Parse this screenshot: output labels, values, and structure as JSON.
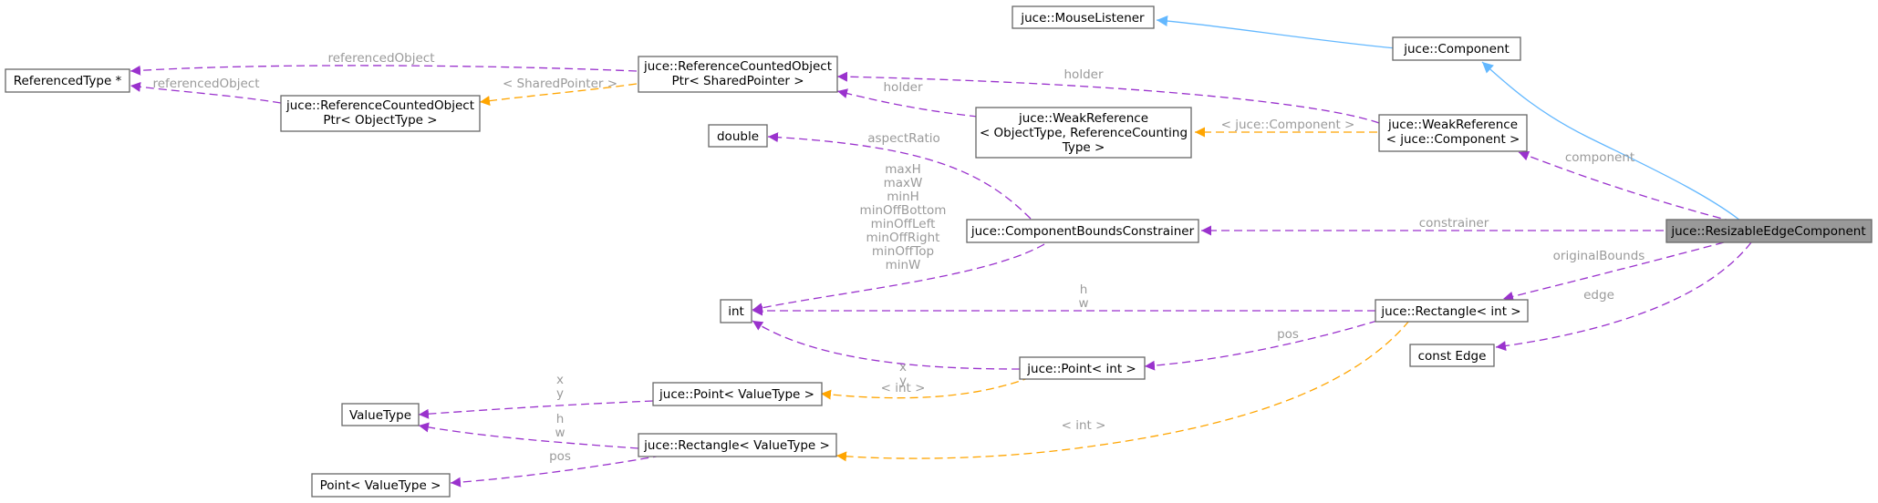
{
  "nodes": {
    "mouselistener": "juce::MouseListener",
    "component": "juce::Component",
    "resizable": "juce::ResizableEdgeComponent",
    "refcounted_shared": [
      "juce::ReferenceCountedObject",
      "Ptr< SharedPointer >"
    ],
    "refcounted_objtype": [
      "juce::ReferenceCountedObject",
      "Ptr< ObjectType >"
    ],
    "referencedtype": "ReferencedType *",
    "weakref_generic": [
      "juce::WeakReference",
      "< ObjectType, ReferenceCounting",
      "Type >"
    ],
    "weakref_component": [
      "juce::WeakReference",
      "< juce::Component >"
    ],
    "double": "double",
    "constrainer": "juce::ComponentBoundsConstrainer",
    "int": "int",
    "rect_int": "juce::Rectangle< int >",
    "const_edge": "const Edge",
    "point_int": "juce::Point< int >",
    "point_valuetype": "juce::Point< ValueType >",
    "valuetype": "ValueType",
    "rect_valuetype": "juce::Rectangle< ValueType >",
    "point_valuetype_plain": "Point< ValueType >"
  },
  "edge_labels": {
    "referencedObject_top": "referencedObject",
    "referencedObject_bottom": "referencedObject",
    "shared_pointer": "< SharedPointer >",
    "holder_left": "holder",
    "holder_right": "holder",
    "juce_component": "< juce::Component >",
    "component": "component",
    "aspectRatio": "aspectRatio",
    "int_members": [
      "maxH",
      "maxW",
      "minH",
      "minOffBottom",
      "minOffLeft",
      "minOffRight",
      "minOffTop",
      "minW"
    ],
    "constrainer": "constrainer",
    "originalBounds": "originalBounds",
    "edge": "edge",
    "rect_hw": [
      "h",
      "w"
    ],
    "point_xy": [
      "x",
      "y"
    ],
    "pos_point": "pos",
    "int_tmpl_point": "< int >",
    "valuetype_xy": [
      "x",
      "y"
    ],
    "valuetype_hw": [
      "h",
      "w"
    ],
    "pos_valuetype": "pos",
    "int_tmpl_rect": "< int >"
  },
  "colors": {
    "uses_relation": "#9a32cd",
    "template_relation": "#ffa500",
    "inheritance": "#63b8ff",
    "focus_node_fill": "#999999",
    "label_gray": "#9a9a9a"
  }
}
